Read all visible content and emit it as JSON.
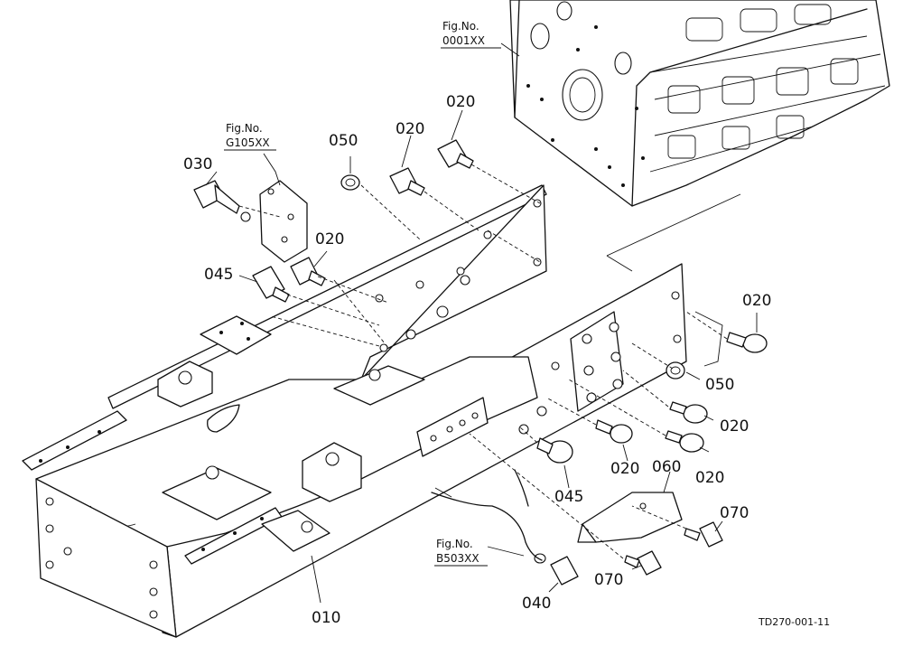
{
  "figure_refs": [
    {
      "id": "engine",
      "line1": "Fig.No.",
      "line2": "0001XX"
    },
    {
      "id": "bracket",
      "line1": "Fig.No.",
      "line2": "G105XX"
    },
    {
      "id": "harness",
      "line1": "Fig.No.",
      "line2": "B503XX"
    }
  ],
  "part_labels": {
    "p010": "010",
    "p020_a": "020",
    "p020_b": "020",
    "p020_c": "020",
    "p020_d": "020",
    "p020_e": "020",
    "p020_f": "020",
    "p020_g": "020",
    "p030": "030",
    "p040": "040",
    "p045_a": "045",
    "p045_b": "045",
    "p050_a": "050",
    "p050_b": "050",
    "p060": "060",
    "p070_a": "070",
    "p070_b": "070"
  },
  "drawing_code": "TD270-001-11"
}
